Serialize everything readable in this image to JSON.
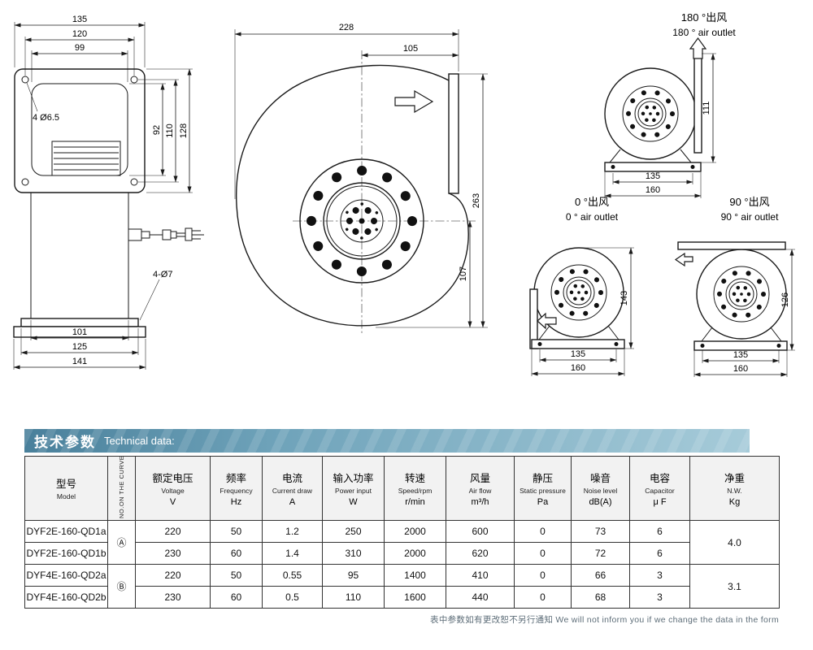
{
  "accent_color": "#6fa3ba",
  "drawings": {
    "front_view": {
      "dim_width_plate": "135",
      "dim_hole_spacing_h": "120",
      "dim_opening_w": "99",
      "dim_plate_h": "128",
      "dim_hole_spacing_v": "110",
      "dim_opening_h": "92",
      "label_plate_holes": "4 Ø6.5",
      "label_base_holes": "4-Ø7",
      "dim_body_w": "101",
      "dim_base_inner": "125",
      "dim_base_outer": "141"
    },
    "side_view": {
      "dim_total_w": "228",
      "dim_outlet_offset": "105",
      "dim_total_h": "263",
      "dim_center_to_bottom": "107"
    },
    "outlet_180": {
      "title_cn": "180 °出风",
      "title_en": "180 ° air outlet",
      "dim_h": "111",
      "dim_feet": "135",
      "dim_base": "160"
    },
    "outlet_0": {
      "title_cn": "0 °出风",
      "title_en": "0 ° air outlet",
      "dim_h": "143",
      "dim_feet": "135",
      "dim_base": "160"
    },
    "outlet_90": {
      "title_cn": "90 °出风",
      "title_en": "90 ° air outlet",
      "dim_h": "126",
      "dim_feet": "135",
      "dim_base": "160"
    }
  },
  "table": {
    "title_cn": "技术参数",
    "title_en": "Technical data:",
    "columns": [
      {
        "cn": "型号",
        "en": "Model"
      },
      {
        "label": "NO.ON THE CURVE"
      },
      {
        "cn": "额定电压",
        "en": "Voltage",
        "unit": "V"
      },
      {
        "cn": "频率",
        "en": "Frequency",
        "unit": "Hz"
      },
      {
        "cn": "电流",
        "en": "Current draw",
        "unit": "A"
      },
      {
        "cn": "输入功率",
        "en": "Power input",
        "unit": "W"
      },
      {
        "cn": "转速",
        "en": "Speed/rpm",
        "unit": "r/min"
      },
      {
        "cn": "风量",
        "en": "Air flow",
        "unit": "m³/h"
      },
      {
        "cn": "静压",
        "en": "Static pressure",
        "unit": "Pa"
      },
      {
        "cn": "噪音",
        "en": "Noise level",
        "unit": "dB(A)"
      },
      {
        "cn": "电容",
        "en": "Capacitor",
        "unit": "μ F"
      },
      {
        "cn": "净重",
        "en": "N.W.",
        "unit": "Kg"
      }
    ],
    "rows": [
      {
        "model": "DYF2E-160-QD1a",
        "curve": "Ⓐ",
        "voltage": "220",
        "frequency": "50",
        "current": "1.2",
        "power": "250",
        "speed": "2000",
        "airflow": "600",
        "static_pressure": "0",
        "noise": "73",
        "capacitor": "6",
        "weight": "4.0"
      },
      {
        "model": "DYF2E-160-QD1b",
        "voltage": "230",
        "frequency": "60",
        "current": "1.4",
        "power": "310",
        "speed": "2000",
        "airflow": "620",
        "static_pressure": "0",
        "noise": "72",
        "capacitor": "6"
      },
      {
        "model": "DYF4E-160-QD2a",
        "curve": "Ⓑ",
        "voltage": "220",
        "frequency": "50",
        "current": "0.55",
        "power": "95",
        "speed": "1400",
        "airflow": "410",
        "static_pressure": "0",
        "noise": "66",
        "capacitor": "3",
        "weight": "3.1"
      },
      {
        "model": "DYF4E-160-QD2b",
        "voltage": "230",
        "frequency": "60",
        "current": "0.5",
        "power": "110",
        "speed": "1600",
        "airflow": "440",
        "static_pressure": "0",
        "noise": "68",
        "capacitor": "3"
      }
    ],
    "footnote": "表中参数如有更改恕不另行通知 We will not inform you if we change the data in the form"
  }
}
